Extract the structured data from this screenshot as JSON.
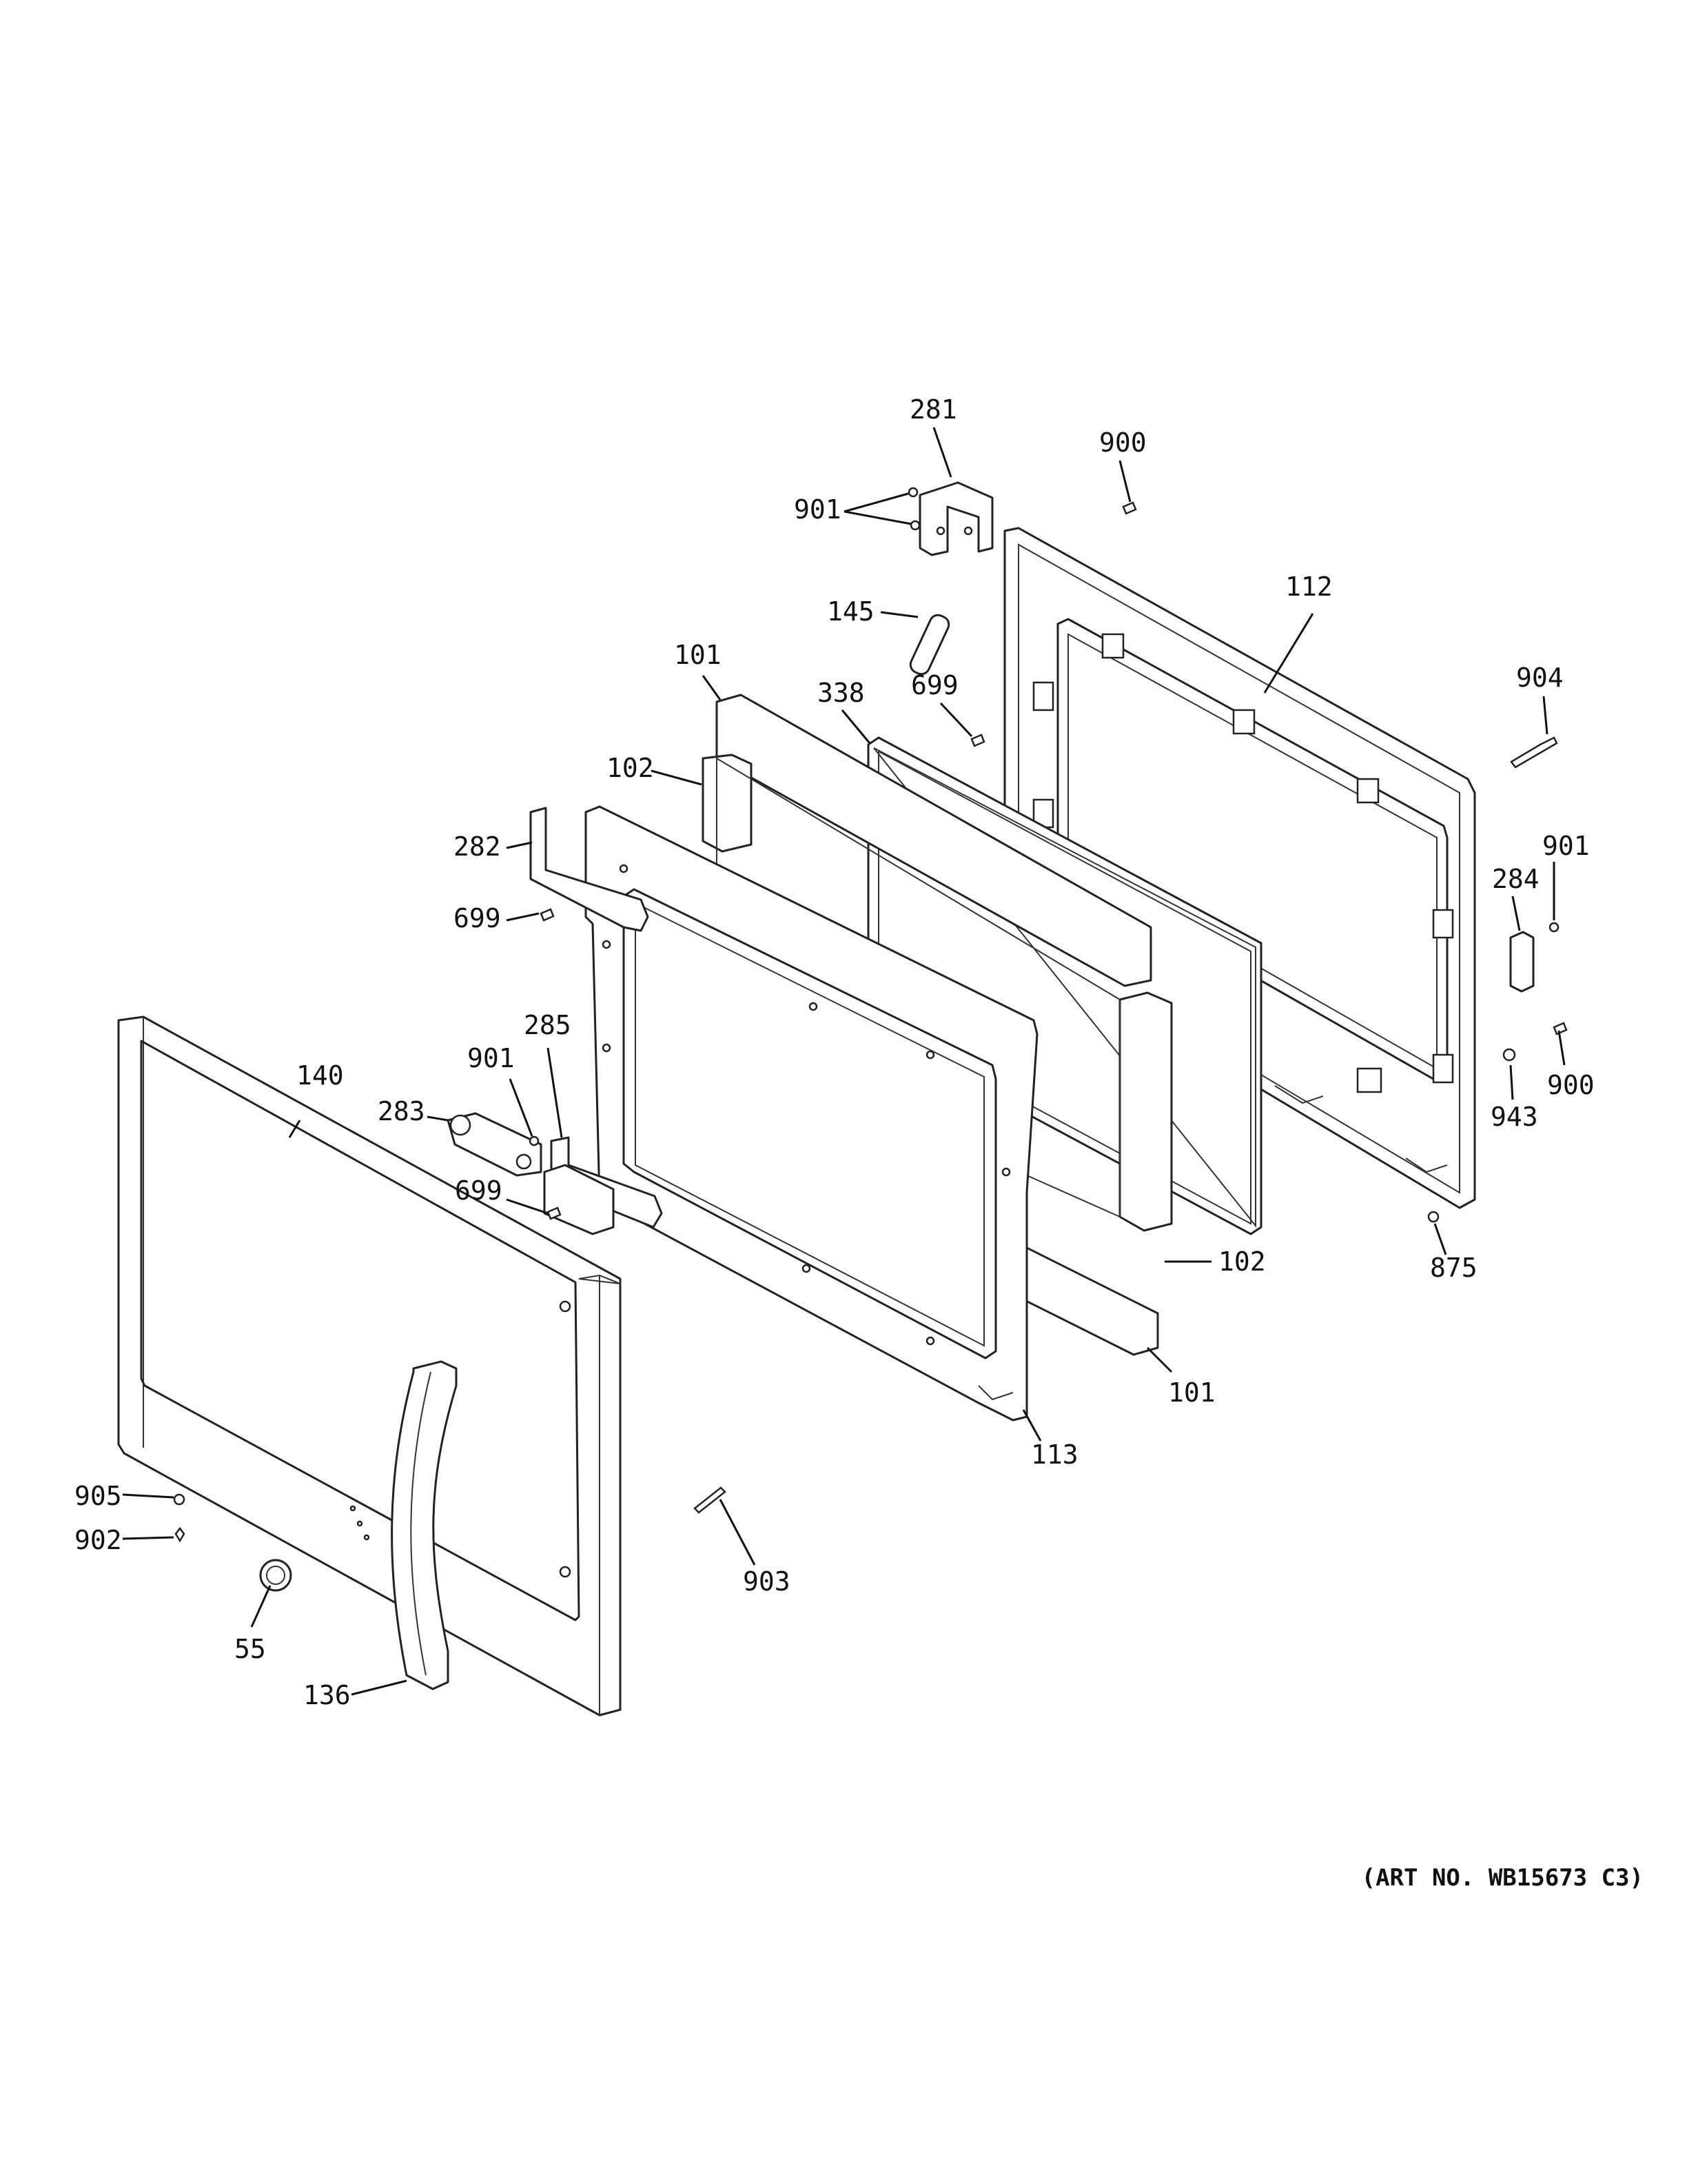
{
  "art_number": "(ART NO. WB15673 C3)",
  "callouts": [
    {
      "id": "c281a",
      "text": "281"
    },
    {
      "id": "c900a",
      "text": "900"
    },
    {
      "id": "c901a",
      "text": "901"
    },
    {
      "id": "c145",
      "text": "145"
    },
    {
      "id": "c112",
      "text": "112"
    },
    {
      "id": "c101a",
      "text": "101"
    },
    {
      "id": "c338",
      "text": "338"
    },
    {
      "id": "c699a",
      "text": "699"
    },
    {
      "id": "c904",
      "text": "904"
    },
    {
      "id": "c102a",
      "text": "102"
    },
    {
      "id": "c282",
      "text": "282"
    },
    {
      "id": "c901b",
      "text": "901"
    },
    {
      "id": "c284",
      "text": "284"
    },
    {
      "id": "c699b",
      "text": "699"
    },
    {
      "id": "c285",
      "text": "285"
    },
    {
      "id": "c140",
      "text": "140"
    },
    {
      "id": "c901c",
      "text": "901"
    },
    {
      "id": "c283",
      "text": "283"
    },
    {
      "id": "c900b",
      "text": "900"
    },
    {
      "id": "c943",
      "text": "943"
    },
    {
      "id": "c699c",
      "text": "699"
    },
    {
      "id": "c102b",
      "text": "102"
    },
    {
      "id": "c875",
      "text": "875"
    },
    {
      "id": "c101b",
      "text": "101"
    },
    {
      "id": "c113",
      "text": "113"
    },
    {
      "id": "c905",
      "text": "905"
    },
    {
      "id": "c902",
      "text": "902"
    },
    {
      "id": "c903",
      "text": "903"
    },
    {
      "id": "c55",
      "text": "55"
    },
    {
      "id": "c136",
      "text": "136"
    }
  ]
}
